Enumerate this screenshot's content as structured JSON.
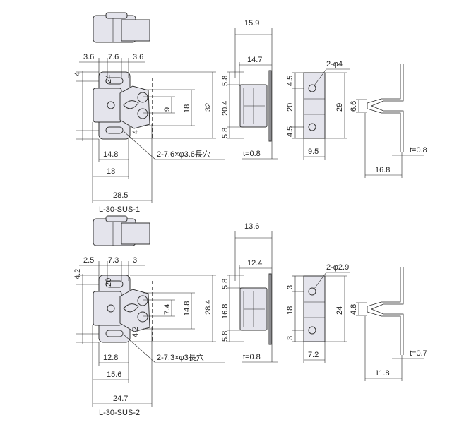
{
  "colors": {
    "line": "#222222",
    "part_fill": "#e4e4ec"
  },
  "drawings": [
    {
      "model": "L-30-SUS-1",
      "top_dims": [
        "3.6",
        "7.6",
        "3.6"
      ],
      "left_dims": [
        "4",
        "24",
        "4"
      ],
      "right_dims": [
        "9",
        "18",
        "32"
      ],
      "bottom_dims": [
        "14.8",
        "18",
        "28.5"
      ],
      "slot_note": "2-7.6×φ3.6長穴",
      "side_dims": {
        "overall": "15.9",
        "body": "14.7",
        "top": "5.8",
        "mid": "20.4",
        "bottom": "5.8",
        "thickness": "t=0.8"
      },
      "plate_dims": {
        "holes": "2-φ4",
        "top": "4.5",
        "mid": "20",
        "bottom": "4.5",
        "height": "29",
        "width": "9.5"
      },
      "bracket_dims": {
        "gap": "6.6",
        "thickness": "t=0.8",
        "depth": "16.8"
      }
    },
    {
      "model": "L-30-SUS-2",
      "top_dims": [
        "2.5",
        "7.3",
        "3"
      ],
      "left_dims": [
        "4.2",
        "20",
        "4.2"
      ],
      "right_dims": [
        "7.4",
        "14.8",
        "28.4"
      ],
      "bottom_dims": [
        "12.8",
        "15.6",
        "24.7"
      ],
      "slot_note": "2-7.3×φ3長穴",
      "side_dims": {
        "overall": "13.6",
        "body": "12.4",
        "top": "5.8",
        "mid": "16.8",
        "bottom": "5.8",
        "thickness": "t=0.8"
      },
      "plate_dims": {
        "holes": "2-φ2.9",
        "top": "3",
        "mid": "18",
        "bottom": "3",
        "height": "24",
        "width": "7.2"
      },
      "bracket_dims": {
        "gap": "4.8",
        "thickness": "t=0.7",
        "depth": "11.8"
      }
    }
  ]
}
